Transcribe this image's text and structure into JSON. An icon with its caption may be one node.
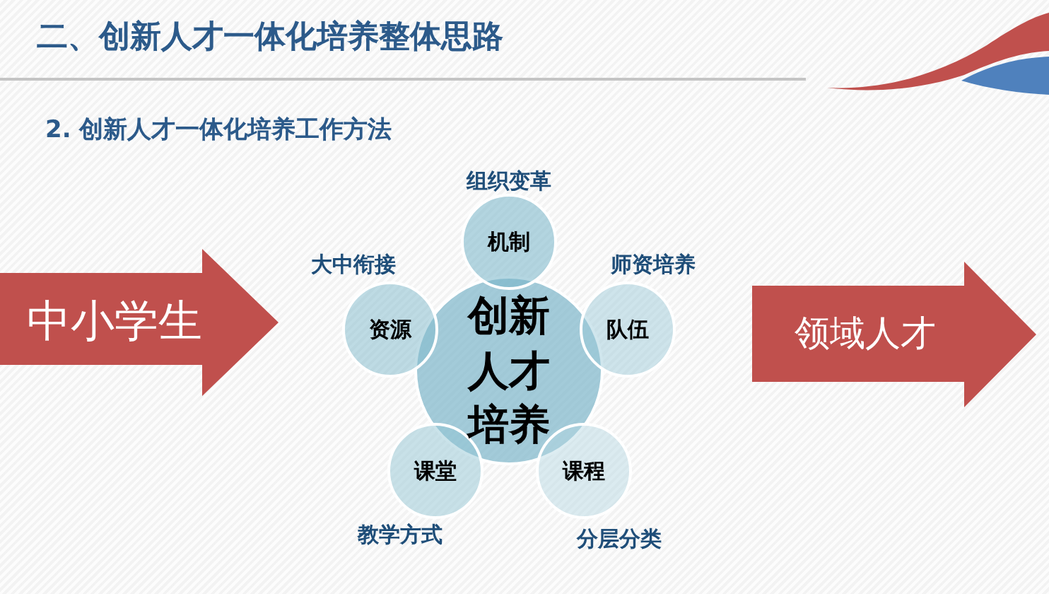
{
  "diagram": {
    "title": "二、创新人才一体化培养整体思路",
    "nodes": [
      {
        "text": [
          "中小学生"
        ]
      },
      {
        "text": [
          "创新人才培养"
        ]
      },
      {
        "text": [
          "机制"
        ],
        "beside": [
          "组织变革"
        ]
      },
      {
        "text": [
          "资源"
        ],
        "beside": [
          "大中衔接"
        ]
      },
      {
        "text": [
          "队伍"
        ],
        "beside": [
          "师资培养"
        ]
      },
      {
        "text": [
          "课堂"
        ],
        "beside": [
          "教学方式"
        ]
      },
      {
        "text": [
          "课程"
        ],
        "beside": [
          "分层分类"
        ]
      },
      {
        "text": [
          "领域人才"
        ]
      }
    ],
    "labels": [
      "2. 创新人才一体化培养工作方法"
    ]
  }
}
